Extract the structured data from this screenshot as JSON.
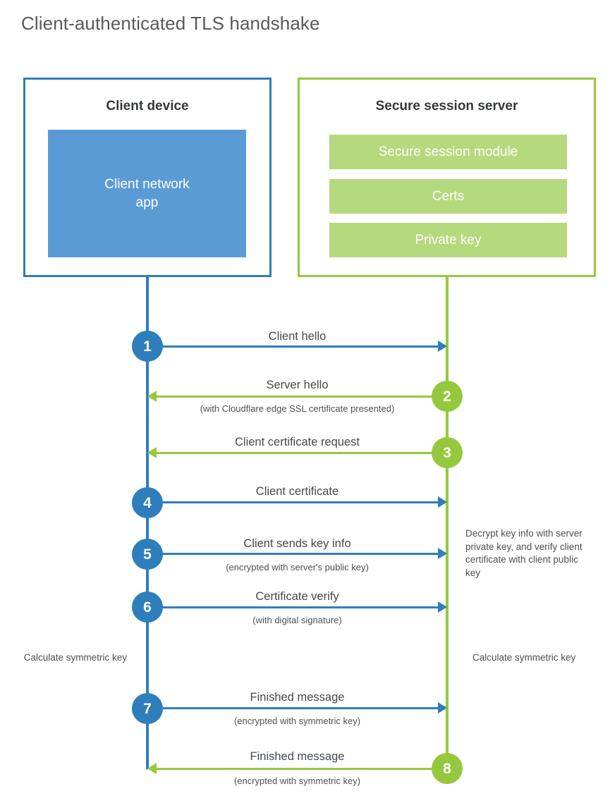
{
  "title": "Client-authenticated TLS handshake",
  "colors": {
    "client_blue": "#2e7ebb",
    "client_app_blue": "#5b9bd5",
    "server_green": "#95c93d",
    "server_module_green": "#b5d97d",
    "text": "#45484b",
    "title_text": "#57595c"
  },
  "actors": {
    "client": {
      "title": "Client device",
      "app_label": "Client network\napp"
    },
    "server": {
      "title": "Secure session server",
      "modules": [
        "Secure session module",
        "Certs",
        "Private key"
      ]
    }
  },
  "notes": {
    "decrypt": "Decrypt key info with server private key, and verify client certificate with client public key",
    "calculate_symmetric_key_client": "Calculate symmetric key",
    "calculate_symmetric_key_server": "Calculate symmetric key"
  },
  "chart_data": {
    "type": "sequence-diagram",
    "title": "Client-authenticated TLS handshake",
    "participants": [
      "Client device",
      "Secure session server"
    ],
    "steps": [
      {
        "number": "1",
        "label": "Client hello",
        "sublabel": "",
        "direction": "client-to-server",
        "color": "#2e7ebb"
      },
      {
        "number": "2",
        "label": "Server hello",
        "sublabel": "(with Cloudflare edge SSL certificate presented)",
        "direction": "server-to-client",
        "color": "#95c93d"
      },
      {
        "number": "3",
        "label": "Client certificate request",
        "sublabel": "",
        "direction": "server-to-client",
        "color": "#95c93d"
      },
      {
        "number": "4",
        "label": "Client certificate",
        "sublabel": "",
        "direction": "client-to-server",
        "color": "#2e7ebb"
      },
      {
        "number": "5",
        "label": "Client sends key info",
        "sublabel": "(encrypted with server's public key)",
        "direction": "client-to-server",
        "color": "#2e7ebb"
      },
      {
        "number": "6",
        "label": "Certificate verify",
        "sublabel": "(with digital signature)",
        "direction": "client-to-server",
        "color": "#2e7ebb"
      },
      {
        "number": "7",
        "label": "Finished message",
        "sublabel": "(encrypted with symmetric key)",
        "direction": "client-to-server",
        "color": "#2e7ebb"
      },
      {
        "number": "8",
        "label": "Finished message",
        "sublabel": "(encrypted with symmetric key)",
        "direction": "server-to-client",
        "color": "#95c93d"
      }
    ],
    "annotations": [
      {
        "text": "Decrypt key info with server private key, and verify client certificate with client public key",
        "side": "right"
      },
      {
        "text": "Calculate symmetric key",
        "side": "left"
      },
      {
        "text": "Calculate symmetric key",
        "side": "right"
      }
    ]
  }
}
